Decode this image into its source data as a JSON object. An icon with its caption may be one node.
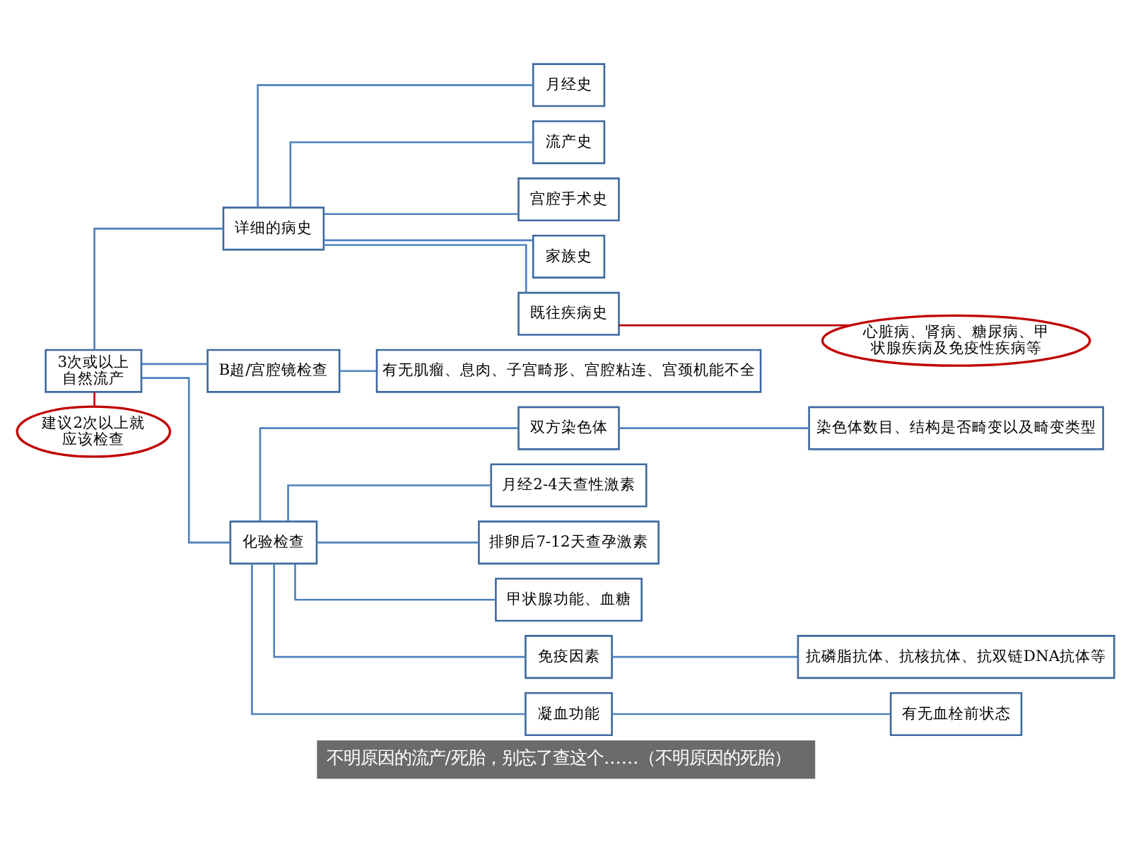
{
  "diagram": {
    "caption": "不明原因的流产/死胎，别忘了查这个……（不明原因的死胎）",
    "nodes": [
      {
        "text": [
          "3次或以上自然流产"
        ]
      },
      {
        "text": [
          "详细的病史"
        ]
      },
      {
        "text": [
          "月经史"
        ]
      },
      {
        "text": [
          "流产史"
        ]
      },
      {
        "text": [
          "宫腔手术史"
        ]
      },
      {
        "text": [
          "家族史"
        ]
      },
      {
        "text": [
          "既往疾病史"
        ]
      },
      {
        "text": [
          "心脏病、肾病、糖尿病、甲状腺疾病及免疫性疾病等"
        ]
      },
      {
        "text": [
          "B超/宫腔镜检查"
        ]
      },
      {
        "text": [
          "有无肌瘤、息肉、子宫畸形、宫腔粘连、宫颈机能不全"
        ]
      },
      {
        "text": [
          "化验检查"
        ]
      },
      {
        "text": [
          "双方染色体"
        ]
      },
      {
        "text": [
          "染色体数目、结构是否畸变以及畸变类型"
        ]
      },
      {
        "text": [
          "月经2-4天查性激素"
        ]
      },
      {
        "text": [
          "排卵后7-12天查孕激素"
        ]
      },
      {
        "text": [
          "甲状腺功能、血糖"
        ]
      },
      {
        "text": [
          "免疫因素"
        ]
      },
      {
        "text": [
          "抗磷脂抗体、抗核抗体、抗双链DNA抗体等"
        ]
      },
      {
        "text": [
          "凝血功能"
        ]
      },
      {
        "text": [
          "有无血栓前状态"
        ]
      },
      {
        "text": [
          "建议2次以上就应该检查"
        ]
      }
    ],
    "edges": [
      {
        "from": 0,
        "to": 1,
        "arrow": "none"
      },
      {
        "from": 0,
        "to": 8,
        "arrow": "none"
      },
      {
        "from": 0,
        "to": 10,
        "arrow": "none"
      },
      {
        "from": 1,
        "to": 2,
        "arrow": "none"
      },
      {
        "from": 1,
        "to": 3,
        "arrow": "none"
      },
      {
        "from": 1,
        "to": 4,
        "arrow": "none"
      },
      {
        "from": 1,
        "to": 5,
        "arrow": "none"
      },
      {
        "from": 1,
        "to": 6,
        "arrow": "none"
      },
      {
        "from": 7,
        "to": 6,
        "arrow": "none",
        "color": "#c00000"
      },
      {
        "from": 8,
        "to": 9,
        "arrow": "none"
      },
      {
        "from": 10,
        "to": 11,
        "arrow": "none"
      },
      {
        "from": 10,
        "to": 13,
        "arrow": "none"
      },
      {
        "from": 10,
        "to": 14,
        "arrow": "none"
      },
      {
        "from": 10,
        "to": 15,
        "arrow": "none"
      },
      {
        "from": 10,
        "to": 16,
        "arrow": "none"
      },
      {
        "from": 10,
        "to": 18,
        "arrow": "none"
      },
      {
        "from": 11,
        "to": 12,
        "arrow": "none"
      },
      {
        "from": 16,
        "to": 17,
        "arrow": "none"
      },
      {
        "from": 18,
        "to": 19,
        "arrow": "none"
      },
      {
        "from": 20,
        "to": 0,
        "arrow": "none",
        "color": "#c00000"
      }
    ]
  }
}
